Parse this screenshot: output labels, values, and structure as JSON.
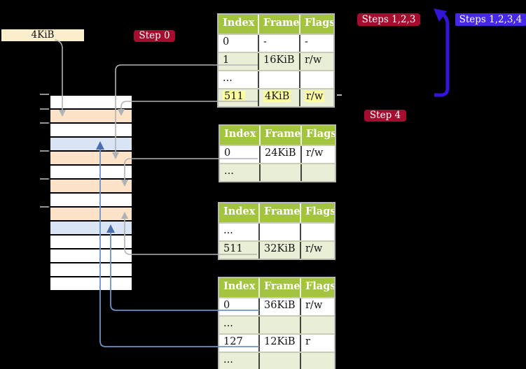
{
  "labels": {
    "page_size_box": "4KiB",
    "step0": "Step 0",
    "steps123": "Steps 1,2,3",
    "steps1234": "Steps 1,2,3,4",
    "step4": "Step 4"
  },
  "colors": {
    "badge_red": "#a60c2e",
    "badge_blue": "#4629e6",
    "loop_arrow_blue": "#3315d8",
    "table_header_green": "#a2c43e",
    "table_alt_row_green": "#e9efd6",
    "highlight_yellow": "#feff9e",
    "memory_pagetable_peach": "#fce3c7",
    "memory_mapped_blue": "#d9e4f5",
    "connector_gray": "#b3b3b3",
    "connector_blue": "#6c92c9",
    "page_size_box_cream": "#faeecd"
  },
  "memory": {
    "rows": [
      "free",
      "pagetable",
      "free",
      "mapped",
      "pagetable",
      "free",
      "pagetable",
      "free",
      "pagetable",
      "mapped",
      "free",
      "free",
      "free",
      "free"
    ]
  },
  "tables": [
    {
      "headers": [
        "Index",
        "Frame",
        "Flags"
      ],
      "rows": [
        [
          "0",
          "-",
          "-"
        ],
        [
          "1",
          "16KiB",
          "r/w"
        ],
        [
          "...",
          "",
          ""
        ],
        [
          "511",
          "4KiB",
          "r/w"
        ]
      ],
      "highlight_row": 3
    },
    {
      "headers": [
        "Index",
        "Frame",
        "Flags"
      ],
      "rows": [
        [
          "0",
          "24KiB",
          "r/w"
        ],
        [
          "...",
          "",
          ""
        ]
      ],
      "highlight_row": -1
    },
    {
      "headers": [
        "Index",
        "Frame",
        "Flags"
      ],
      "rows": [
        [
          "...",
          "",
          ""
        ],
        [
          "511",
          "32KiB",
          "r/w"
        ]
      ],
      "highlight_row": -1
    },
    {
      "headers": [
        "Index",
        "Frame",
        "Flags"
      ],
      "rows": [
        [
          "0",
          "36KiB",
          "r/w"
        ],
        [
          "...",
          "",
          ""
        ],
        [
          "127",
          "12KiB",
          "r"
        ],
        [
          "...",
          "",
          ""
        ]
      ],
      "highlight_row": -1
    }
  ],
  "connections": [
    {
      "from": "4KiB label",
      "to": "memory frame 4KiB"
    },
    {
      "from": "table1 index 1 (16KiB)",
      "to": "memory frame 16KiB"
    },
    {
      "from": "table1 index 511 (4KiB)",
      "to": "memory frame 4KiB"
    },
    {
      "from": "table2 index 0 (24KiB)",
      "to": "memory frame 24KiB"
    },
    {
      "from": "table3 index 511 (32KiB)",
      "to": "memory frame 32KiB"
    },
    {
      "from": "table4 index 0 (36KiB)",
      "to": "memory frame 36KiB"
    },
    {
      "from": "table4 index 127 (12KiB)",
      "to": "memory frame 12KiB"
    }
  ]
}
